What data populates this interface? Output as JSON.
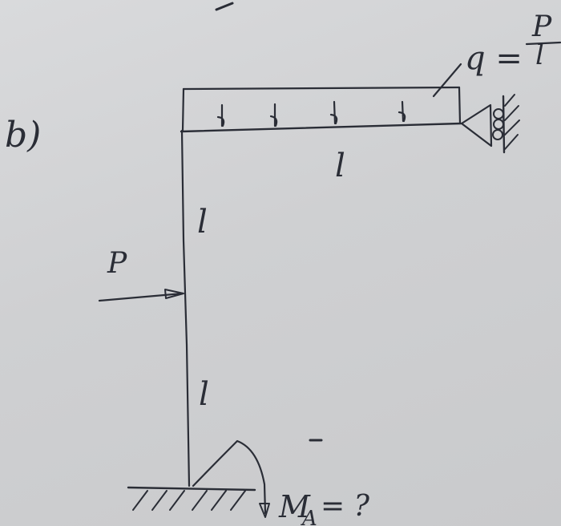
{
  "diagram": {
    "part_label": "b)",
    "load_label": "q =",
    "load_fraction_numerator": "P",
    "load_fraction_denominator": "l",
    "beam_length_label": "l",
    "column_upper_length_label": "l",
    "column_lower_length_label": "l",
    "force_label": "P",
    "moment_label_main": "M",
    "moment_label_sub": "A",
    "moment_label_rest": "= ?"
  },
  "colors": {
    "ink": "#2a2d36",
    "paper": "#d6d7d9"
  }
}
